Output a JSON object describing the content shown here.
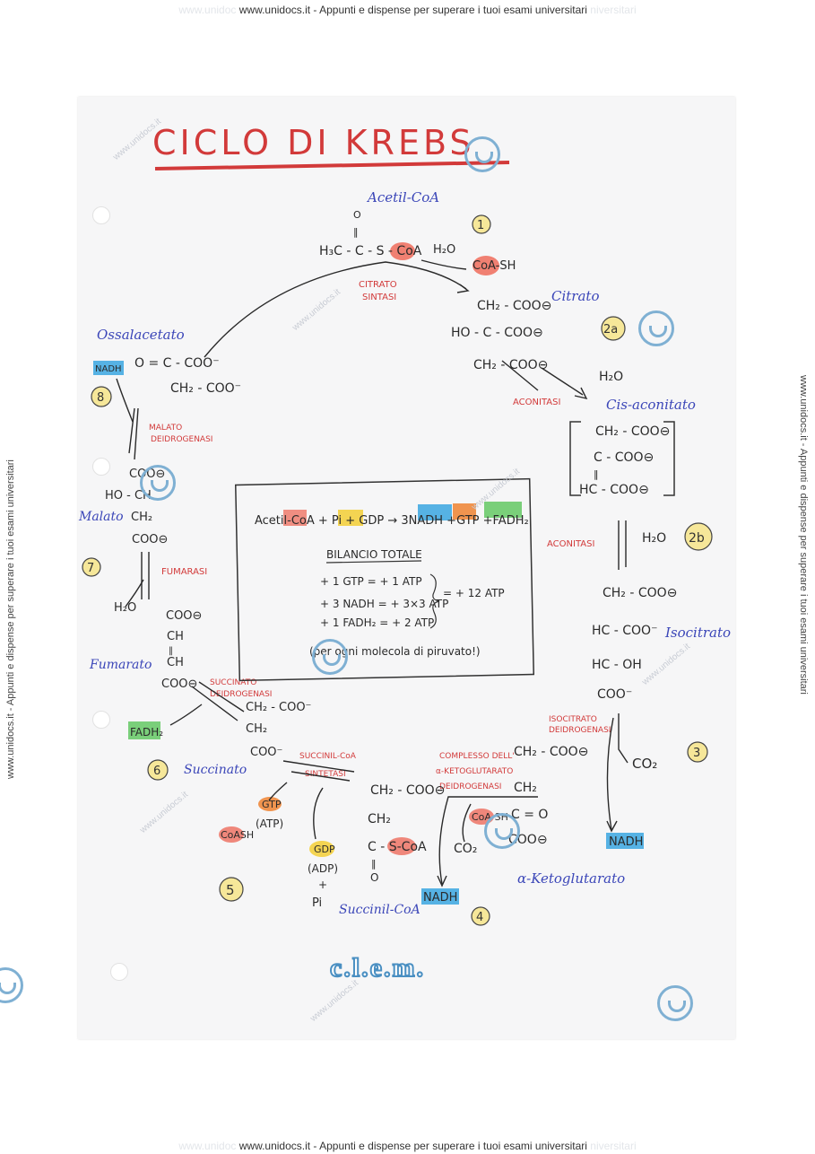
{
  "banner": {
    "text": "www.unidocs.it - Appunti e dispense per superare i tuoi esami universitari",
    "ghost_left": "www.unidoc",
    "ghost_right": "niversitari"
  },
  "side_banner": "www.unidocs.it - Appunti e dispense per superare i tuoi esami universitari",
  "watermark_text": "www.unidocs.it",
  "title": "CICLO DI KREBS",
  "molecules": {
    "acetyl_coa": {
      "name": "Acetil-CoA",
      "o": "O",
      "bond": "‖",
      "formula": "H₃C - C - S - CoA"
    },
    "water1": "H₂O",
    "coash1": "CoA-SH",
    "citrate": {
      "name": "Citrato",
      "l1": "CH₂ - COO⊖",
      "l2": "HO - C - COO⊖",
      "l3": "CH₂ - COO⊖"
    },
    "water2": "H₂O",
    "cis_aconitate": {
      "name": "Cis-aconitato",
      "l1": "CH₂ - COO⊖",
      "l2": "C - COO⊖",
      "l3": "‖",
      "l4": "HC - COO⊖"
    },
    "water3": "H₂O",
    "isocitrate": {
      "name": "Isocitrato",
      "l1": "CH₂ - COO⊖",
      "l2": "HC - COO⁻",
      "l3": "HC - OH",
      "l4": "COO⁻"
    },
    "co2_1": "CO₂",
    "nadh1": "NADH",
    "akg": {
      "name": "α-Ketoglutarato",
      "l1": "CH₂ - COO⊖",
      "l2": "CH₂",
      "l3": "C = O",
      "l4": "COO⊖"
    },
    "coash2": "CoA-SH",
    "co2_2": "CO₂",
    "nadh2": "NADH",
    "succinyl_coa": {
      "name": "Succinil-CoA",
      "l1": "CH₂ - COO⊖",
      "l2": "CH₂",
      "l3": "C - S-CoA",
      "l4": "‖",
      "l5": "O"
    },
    "gdp": "GDP",
    "adp": "(ADP)",
    "plus": "+",
    "pi": "Pi",
    "gtp": "GTP",
    "atp": "(ATP)",
    "coash3": "CoASH",
    "succinate": {
      "name": "Succinato",
      "l1": "CH₂ - COO⁻",
      "l2": "CH₂",
      "l3": "COO⁻"
    },
    "fadh2": "FADH₂",
    "fumarate": {
      "name": "Fumarato",
      "l1": "COO⊖",
      "l2": "CH",
      "l3": "‖",
      "l4": "CH",
      "l5": "COO⊖"
    },
    "water4": "H₂O",
    "malate": {
      "name": "Malato",
      "l1": "COO⊖",
      "l2": "HO - CH",
      "l3": "CH₂",
      "l4": "COO⊖"
    },
    "nadh3": "NADH",
    "oxaloacetate": {
      "name": "Ossalacetato",
      "l1": "O = C - COO⁻",
      "l2": "CH₂ - COO⁻"
    }
  },
  "enzymes": {
    "citrate_synthase": [
      "CITRATO",
      "SINTASI"
    ],
    "aconitase1": "ACONITASI",
    "aconitase2": "ACONITASI",
    "isocitrate_dh": [
      "ISOCITRATO",
      "DEIDROGENASI"
    ],
    "akg_dh": [
      "COMPLESSO DELL'",
      "α-KETOGLUTARATO",
      "DEIDROGENASI"
    ],
    "succinyl_synthetase": [
      "SUCCINIL-CoA",
      "SINTETASI"
    ],
    "succinate_dh": [
      "SUCCINATO",
      "DEIDROGENASI"
    ],
    "fumarase": "FUMARASI",
    "malate_dh": [
      "MALATO",
      "DEIDROGENASI"
    ]
  },
  "steps": [
    "1",
    "2a",
    "2b",
    "3",
    "4",
    "5",
    "6",
    "7",
    "8"
  ],
  "summary": {
    "equation": [
      "Acetil-CoA",
      "+ Pi +",
      "GDP",
      "→ 3",
      "NADH",
      "+",
      "GTP",
      "+",
      "FADH₂"
    ],
    "heading": "BILANCIO TOTALE",
    "line1": "+ 1 GTP = + 1 ATP",
    "line2": "+ 3 NADH = + 3×3 ATP",
    "line3": "+ 1 FADH₂ = + 2 ATP",
    "total": "= + 12 ATP",
    "note": "(per ogni molecola di piruvato!)"
  },
  "logo": "c.l.e.m.",
  "colors": {
    "red_pen": "#d23a3a",
    "blue_pen": "#3b46b8",
    "coa_highlight": "#ee6b5b",
    "nadh_highlight": "#3aa6e0",
    "gtp_highlight": "#f08a3c",
    "fadh_highlight": "#64c864",
    "gdp_highlight": "#f4d03f",
    "step_circle": "#f5e27a",
    "logo": "#4a8fc2"
  }
}
